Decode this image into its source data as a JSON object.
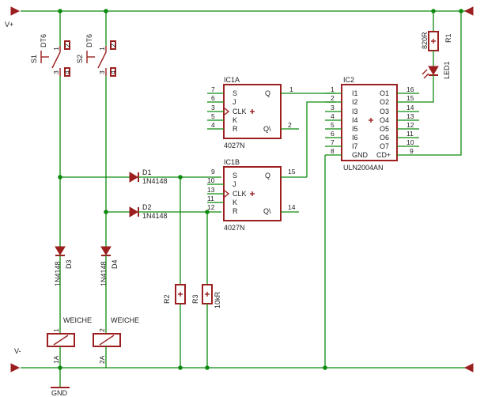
{
  "supply": {
    "positive": "V+",
    "negative": "V-",
    "ground": "GND"
  },
  "switches": [
    {
      "name": "S1",
      "type": "DT6",
      "pins": [
        "1",
        "2",
        "3",
        "4"
      ]
    },
    {
      "name": "S2",
      "type": "DT6",
      "pins": [
        "1",
        "2",
        "3",
        "4"
      ]
    }
  ],
  "resistors": [
    {
      "name": "R1",
      "value": "820R"
    },
    {
      "name": "R2",
      "value": ""
    },
    {
      "name": "R3",
      "value": "10kR"
    }
  ],
  "led": {
    "name": "LED1"
  },
  "diodes": [
    {
      "name": "D1",
      "value": "1N4148"
    },
    {
      "name": "D2",
      "value": "1N4148"
    },
    {
      "name": "D3",
      "value": "1N4148"
    },
    {
      "name": "D4",
      "value": "1N4148"
    }
  ],
  "ic1a": {
    "name": "IC1A",
    "part": "4027N",
    "left_labels": [
      "S",
      "J",
      "CLK",
      "K",
      "R"
    ],
    "left_pins": [
      "7",
      "6",
      "3",
      "5",
      "4"
    ],
    "right_labels": [
      "Q",
      "Q\\"
    ],
    "right_pins": [
      "1",
      "2"
    ]
  },
  "ic1b": {
    "name": "IC1B",
    "part": "4027N",
    "left_labels": [
      "S",
      "J",
      "CLK",
      "K",
      "R"
    ],
    "left_pins": [
      "9",
      "10",
      "13",
      "11",
      "12"
    ],
    "right_labels": [
      "Q",
      "Q\\"
    ],
    "right_pins": [
      "15",
      "14"
    ]
  },
  "ic2": {
    "name": "IC2",
    "part": "ULN2004AN",
    "left_labels": [
      "I1",
      "I2",
      "I3",
      "I4",
      "I5",
      "I6",
      "I7",
      "GND"
    ],
    "left_pins": [
      "1",
      "2",
      "3",
      "4",
      "5",
      "6",
      "7",
      "8"
    ],
    "right_labels": [
      "O1",
      "O2",
      "O3",
      "O4",
      "O5",
      "O6",
      "O7",
      "CD+"
    ],
    "right_pins": [
      "16",
      "15",
      "14",
      "13",
      "12",
      "11",
      "10",
      "9"
    ]
  },
  "coils": [
    {
      "label": "WEICHE",
      "pin_top": "1",
      "pin_bottom": "1A"
    },
    {
      "label": "WEICHE",
      "pin_top": "2",
      "pin_bottom": "2A"
    }
  ]
}
